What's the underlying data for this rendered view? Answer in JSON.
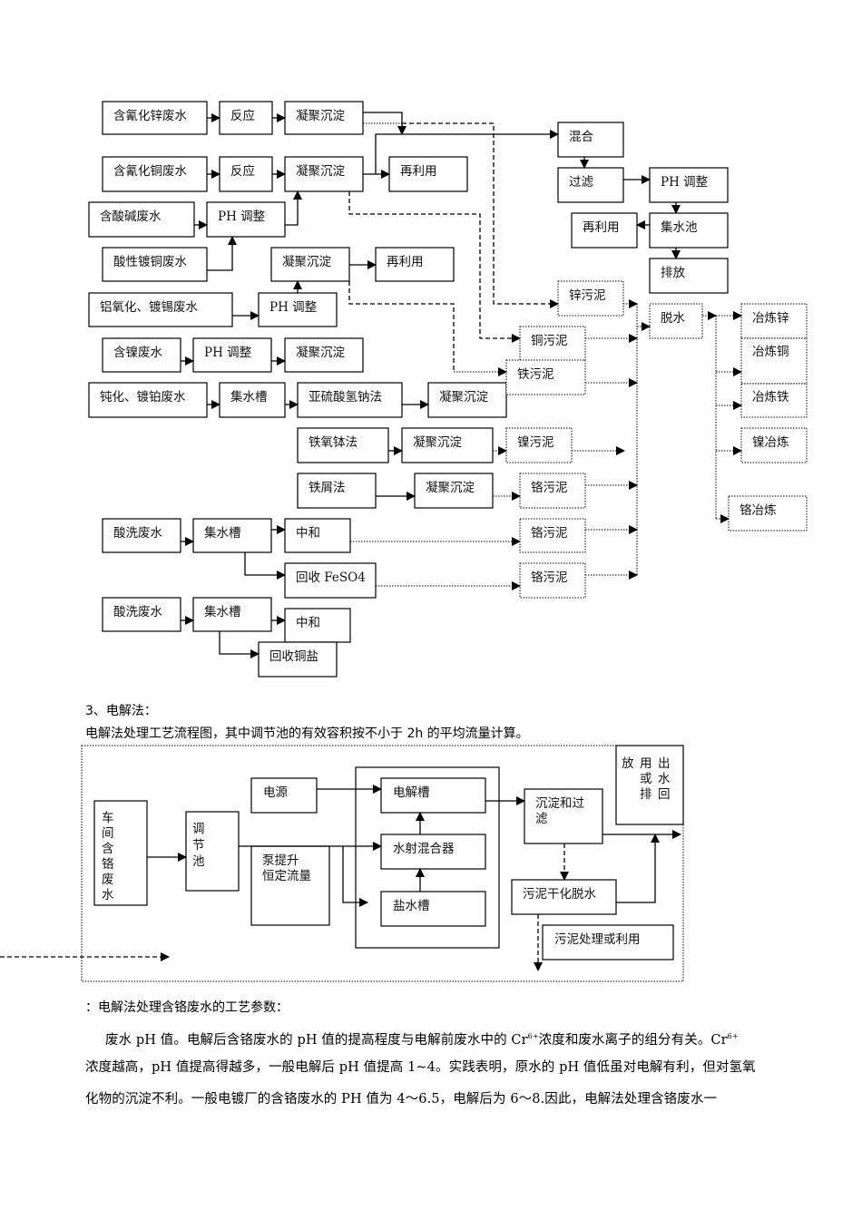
{
  "flowchart1": {
    "rows": [
      {
        "source": "含氰化锌废水",
        "steps": [
          "反应",
          "凝聚沉淀"
        ]
      },
      {
        "source": "含氰化铜废水",
        "steps": [
          "反应",
          "凝聚沉淀"
        ],
        "reuse": "再利用"
      },
      {
        "source": "含酸碱废水",
        "steps": [
          "PH 调整"
        ]
      },
      {
        "source": "酸性镀铜废水"
      },
      {
        "steps": [
          "凝聚沉淀"
        ],
        "reuse": "再利用"
      },
      {
        "source": "铝氧化、镀锡废水",
        "steps": [
          "PH 调整"
        ]
      },
      {
        "source": "含镍废水",
        "steps": [
          "PH 调整",
          "凝聚沉淀"
        ]
      },
      {
        "source": "钝化、镀铂废水",
        "steps": [
          "集水槽",
          "亚硫酸氢钠法",
          "凝聚沉淀"
        ]
      },
      {
        "steps": [
          "铁氧钵法",
          "凝聚沉淀"
        ],
        "sludge": "镍污泥"
      },
      {
        "steps": [
          "铁屑法",
          "凝聚沉淀"
        ],
        "sludge": "铬污泥"
      },
      {
        "source": "酸洗废水",
        "steps": [
          "集水槽",
          "中和",
          "回收 FeSO4"
        ],
        "sludge": [
          "铬污泥",
          "铬污泥"
        ]
      },
      {
        "source": "酸洗废水",
        "steps": [
          "集水槽",
          "中和",
          "回收铜盐"
        ]
      }
    ],
    "mixing": [
      "混合",
      "过滤",
      "PH 调整",
      "集水池",
      "再利用",
      "排放"
    ],
    "sludges": [
      "锌污泥",
      "铜污泥",
      "铁污泥"
    ],
    "dewater": "脱水",
    "smelting": [
      "冶炼锌",
      "冶炼铜",
      "冶炼铁",
      "镍冶炼",
      "铬冶炼"
    ]
  },
  "section": {
    "heading": "3、电解法：",
    "intro": "电解法处理工艺流程图，其中调节池的有效容积按不小于 2h 的平均流量计算。"
  },
  "flowchart2": {
    "source": "车间含铬废水",
    "regulating_tank": "调节池",
    "power": "电源",
    "pump": [
      "泵提升",
      "恒定流量"
    ],
    "electrolyzer": "电解槽",
    "jet_mixer": "水射混合器",
    "brine_tank": "盐水槽",
    "settle_filter": [
      "沉淀和过",
      "滤"
    ],
    "outlet": [
      "出水",
      "回用",
      "或排",
      "放"
    ],
    "sludge_dry": "污泥干化脱水",
    "sludge_use": "污泥处理或利用"
  },
  "params": {
    "title": "：电解法处理含铬废水的工艺参数：",
    "p1_a": "废水 pH 值。电解后含铬废水的 pH 值的提高程度与电解前废水中的 Cr",
    "p1_sup": "6+",
    "p1_b": "浓度和废水离子的组分有关。Cr",
    "p1_sup2": "6+",
    "p2": "浓度越高，pH 值提高得越多，一般电解后 pH 值提高 1~4。实践表明，原水的 pH 值低虽对电解有利，但对氢氧",
    "p3": "化物的沉淀不利。一般电镀厂的含铬废水的 PH 值为 4～6.5，电解后为 6～8.因此，电解法处理含铬废水一"
  }
}
